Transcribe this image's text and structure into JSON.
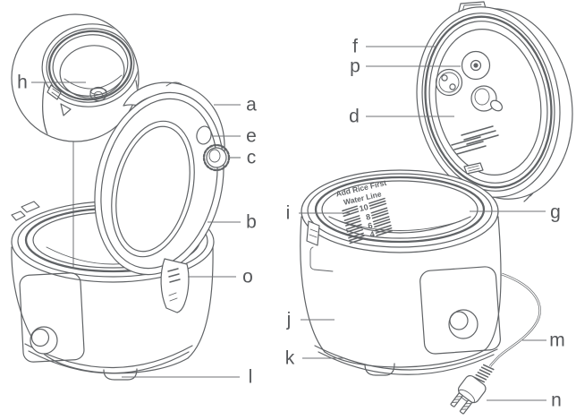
{
  "colors": {
    "line": "#606366",
    "label": "#55575a",
    "leader": "#6f7275",
    "background": "#ffffff"
  },
  "callouts": {
    "a": "a",
    "b": "b",
    "c": "c",
    "d": "d",
    "e": "e",
    "f": "f",
    "g": "g",
    "h": "h",
    "i": "i",
    "j": "j",
    "k": "k",
    "l": "l",
    "m": "m",
    "n": "n",
    "o": "o",
    "p": "p"
  },
  "inner_pot_markings": {
    "line1": "Add Rice First",
    "line2": "Water Line",
    "levels": [
      "10",
      "8",
      "6",
      "4"
    ]
  }
}
